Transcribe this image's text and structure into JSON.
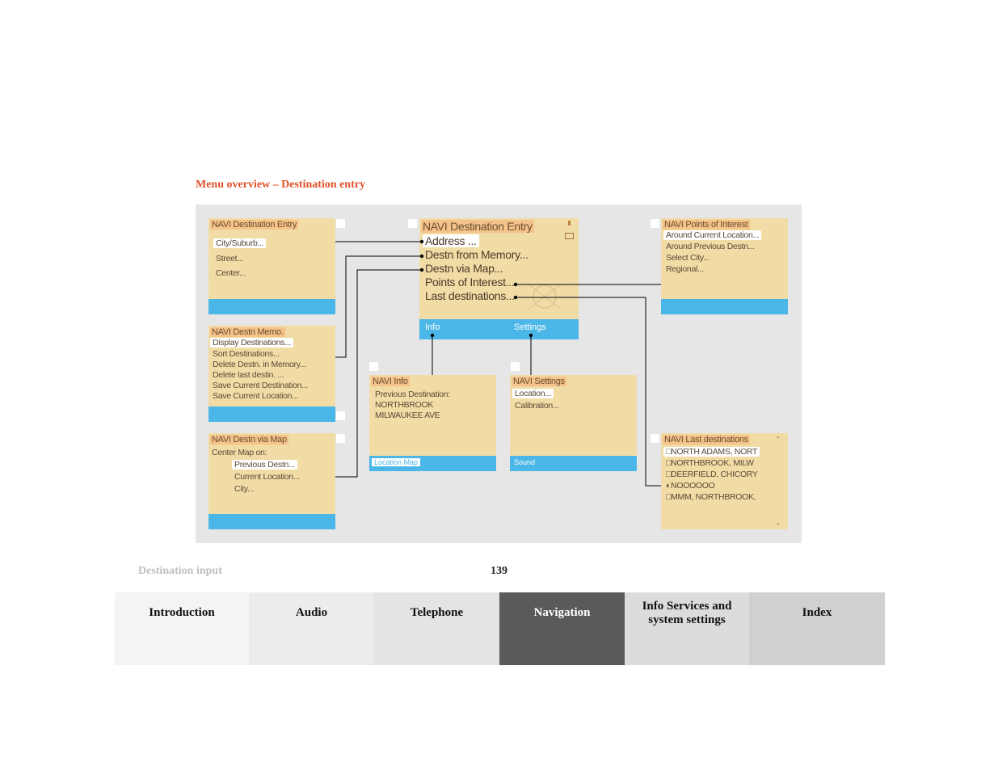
{
  "section_title": "Menu overview – Destination entry",
  "screens": {
    "dest_entry_small": {
      "title": "NAVI Destination Entry",
      "items": [
        "City/Suburb...",
        "Street...",
        "Center..."
      ]
    },
    "main": {
      "title": "NAVI Destination Entry",
      "items": [
        "Address ...",
        "Destn from Memory...",
        "Destn via Map...",
        "Points of Interest...",
        "Last destinations..."
      ],
      "bar_left": "Info",
      "bar_right": "Settings"
    },
    "poi": {
      "title": "NAVI Points of Interest",
      "items": [
        "Around Current Location...",
        "Around Previous Destn...",
        "Select City...",
        "Regional..."
      ]
    },
    "memo": {
      "title": "NAVI Destn Memo.",
      "items": [
        "Display Destinations...",
        "Sort Destinations...",
        "Delete Destn. in Memory...",
        "Delete last destin. ...",
        "Save Current Destination...",
        "Save Current Location..."
      ]
    },
    "via_map": {
      "title": "NAVI Destn via Map",
      "items": [
        "Center Map on:",
        "Previous Destn...",
        "Current Location...",
        "City..."
      ]
    },
    "info": {
      "title": "NAVI Info",
      "items": [
        "Previous Destination:",
        "NORTHBROOK",
        "MILWAUKEE AVE"
      ],
      "bar_label": "Location Map"
    },
    "settings": {
      "title": "NAVI Settings",
      "items": [
        "Location...",
        "Calibration..."
      ],
      "bar_label": "Sound"
    },
    "last": {
      "title": "NAVI Last destinations",
      "items": [
        "NORTH ADAMS, NORT",
        "NORTHBROOK, MILW",
        "DEERFIELD, CHICORY",
        "NOOOOOO",
        "MMM, NORTHBROOK,"
      ]
    }
  },
  "footer": {
    "section_label": "Destination input",
    "page_number": "139"
  },
  "tabs": [
    {
      "label": "Introduction",
      "color": "#f4f4f4"
    },
    {
      "label": "Audio",
      "color": "#ececec"
    },
    {
      "label": "Telephone",
      "color": "#e4e4e4"
    },
    {
      "label": "Navigation",
      "color": "#5a5a5a",
      "active": true
    },
    {
      "label": "Info Services and system settings",
      "color": "#dcdcdc"
    },
    {
      "label": "Index",
      "color": "#d0d0d0"
    }
  ],
  "colors": {
    "section_title": "#e0502a",
    "screen_bg": "#f1dca6",
    "screen_bar": "#4bb6e8",
    "title_highlight": "#f5c28a"
  }
}
